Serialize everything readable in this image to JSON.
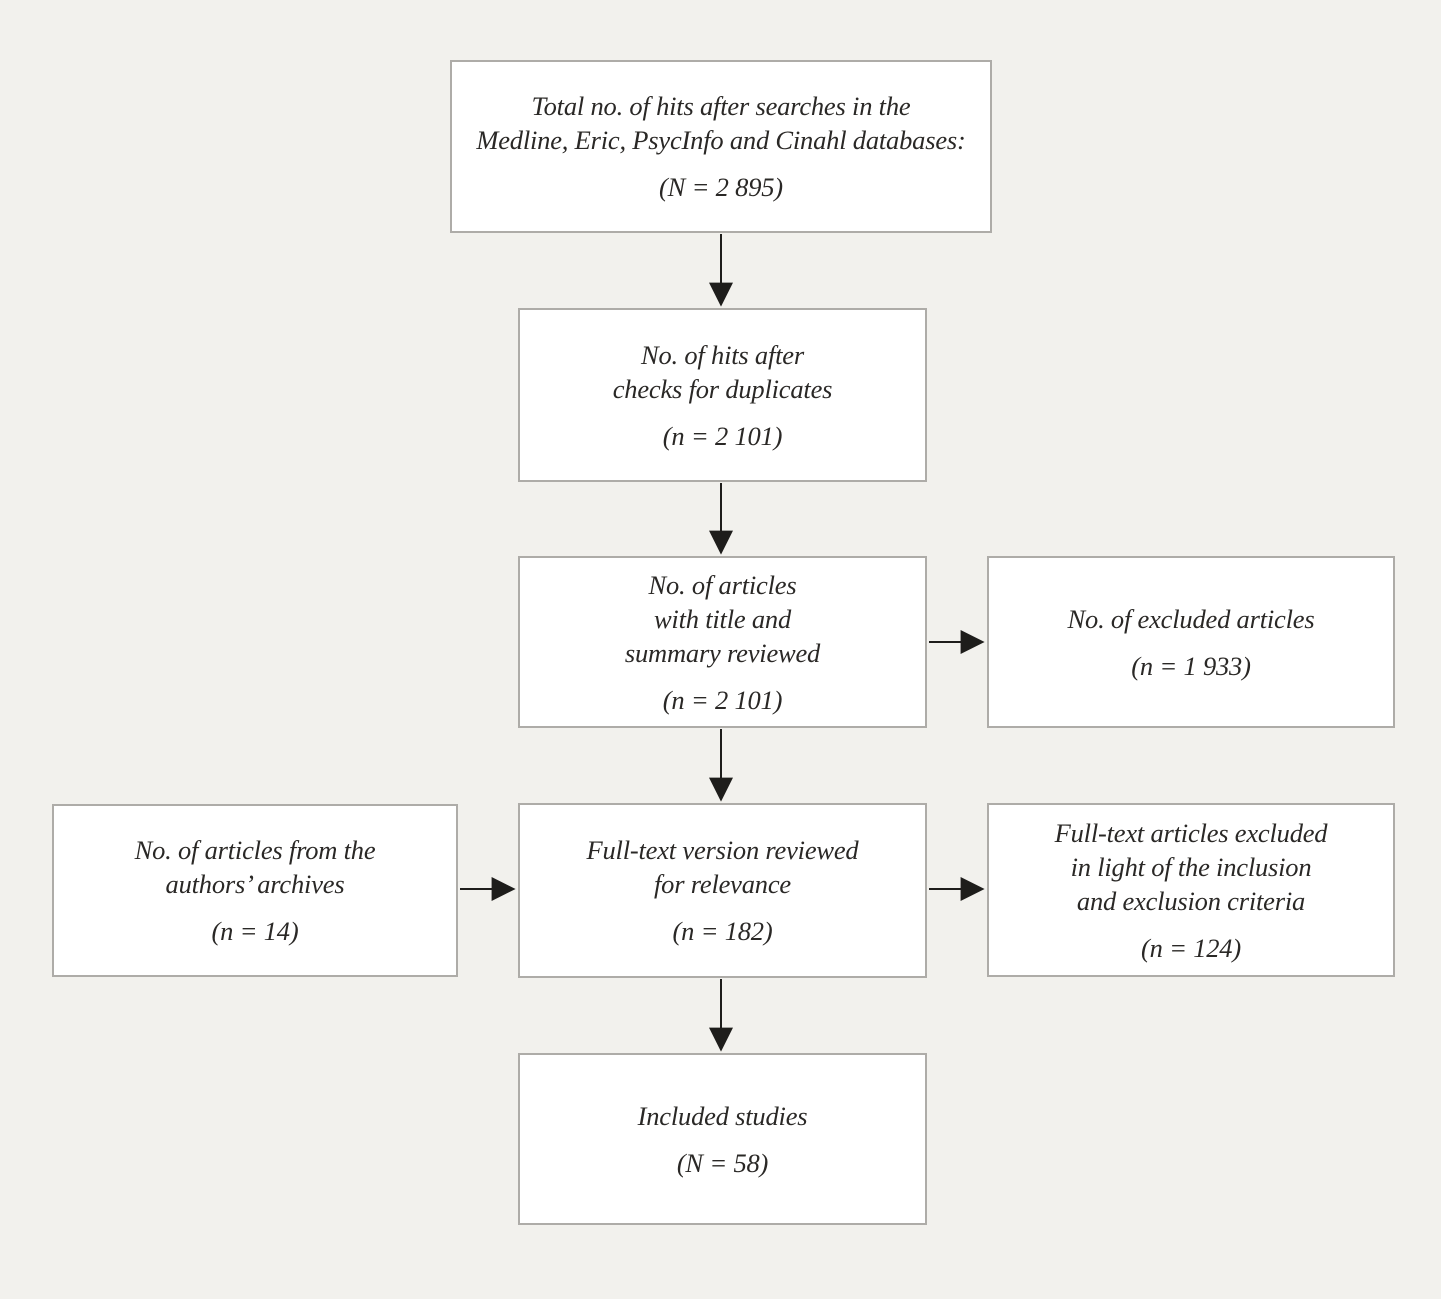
{
  "diagram": {
    "boxes": {
      "total_hits": {
        "lines": [
          "Total no. of hits after searches in the",
          "Medline, Eric, PsycInfo and Cinahl databases:"
        ],
        "count": "(N = 2 895)"
      },
      "duplicates": {
        "lines": [
          "No. of hits after",
          "checks for duplicates"
        ],
        "count": "(n = 2 101)"
      },
      "title_summary": {
        "lines": [
          "No. of articles",
          "with title and",
          "summary reviewed"
        ],
        "count": "(n = 2 101)"
      },
      "excluded_articles": {
        "lines": [
          "No. of excluded articles"
        ],
        "count": "(n = 1 933)"
      },
      "authors_archives": {
        "lines": [
          "No. of articles from the",
          "authors’ archives"
        ],
        "count": "(n = 14)"
      },
      "fulltext_review": {
        "lines": [
          "Full-text version reviewed",
          "for relevance"
        ],
        "count": "(n = 182)"
      },
      "fulltext_excluded": {
        "lines": [
          "Full-text articles excluded",
          "in light of the inclusion",
          "and exclusion criteria"
        ],
        "count": "(n = 124)"
      },
      "included_studies": {
        "lines": [
          "Included studies"
        ],
        "count": "(N = 58)"
      }
    }
  }
}
